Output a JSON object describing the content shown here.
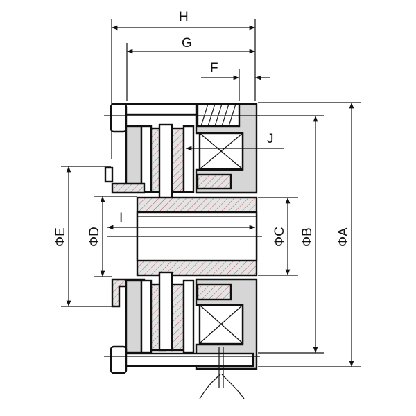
{
  "title": "Electromagnetic clutch/brake dimension drawing",
  "dimensions": {
    "H": "H",
    "G": "G",
    "F": "F",
    "J": "J",
    "I": "I",
    "E": "ΦE",
    "D": "ΦD",
    "C": "ΦC",
    "B": "ΦB",
    "A": "ΦA"
  },
  "colors": {
    "line": "#111111",
    "fill": "#d6d6d6",
    "hatch": "#b06060"
  }
}
